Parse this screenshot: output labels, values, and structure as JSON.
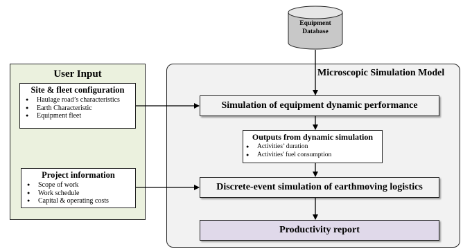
{
  "database": {
    "line1": "Equipment",
    "line2": "Database"
  },
  "user_input": {
    "title": "User Input",
    "site_fleet": {
      "title": "Site & fleet configuration",
      "items": [
        "Haulage road’s characteristics",
        "Earth Characteristic",
        "Equipment fleet"
      ]
    },
    "project": {
      "title": "Project information",
      "items": [
        "Scope of work",
        "Work schedule",
        "Capital & operating costs"
      ]
    }
  },
  "model": {
    "title": "Microscopic Simulation Model",
    "dynamic_sim": "Simulation of equipment dynamic performance",
    "outputs": {
      "title": "Outputs from dynamic simulation",
      "items": [
        "Activities’ duration",
        "Activities' fuel consumption"
      ]
    },
    "discrete_sim": "Discrete-event simulation of earthmoving logistics",
    "report": "Productivity report"
  },
  "colors": {
    "user_panel_bg": "#ebf1de",
    "model_panel_bg": "#f2f2f2",
    "report_bg": "#e0d9ea",
    "database_fill": "#c8c8c8"
  }
}
